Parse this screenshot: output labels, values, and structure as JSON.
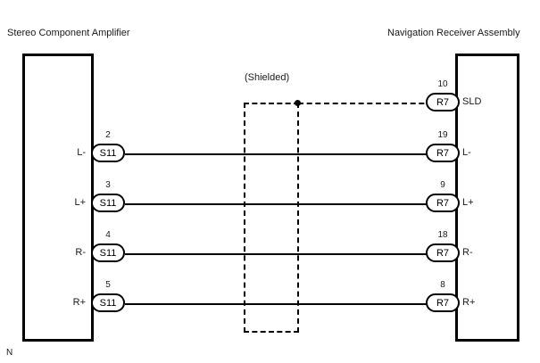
{
  "diagram": {
    "left_component_title": "Stereo Component Amplifier",
    "right_component_title": "Navigation Receiver Assembly",
    "shield_caption": "(Shielded)",
    "corner_mark": "N",
    "line_color": "#000000",
    "background_color": "#ffffff"
  },
  "connections": [
    {
      "signal": "SLD",
      "wire_style": "shield-drain",
      "left": {
        "pin": "",
        "connector": "",
        "label": ""
      },
      "right": {
        "pin": "10",
        "connector": "R7",
        "label": "SLD"
      }
    },
    {
      "signal": "L-",
      "wire_style": "solid",
      "left": {
        "pin": "2",
        "connector": "S11",
        "label": "L-"
      },
      "right": {
        "pin": "19",
        "connector": "R7",
        "label": "L-"
      }
    },
    {
      "signal": "L+",
      "wire_style": "solid",
      "left": {
        "pin": "3",
        "connector": "S11",
        "label": "L+"
      },
      "right": {
        "pin": "9",
        "connector": "R7",
        "label": "L+"
      }
    },
    {
      "signal": "R-",
      "wire_style": "solid",
      "left": {
        "pin": "4",
        "connector": "S11",
        "label": "R-"
      },
      "right": {
        "pin": "18",
        "connector": "R7",
        "label": "R-"
      }
    },
    {
      "signal": "R+",
      "wire_style": "solid",
      "left": {
        "pin": "5",
        "connector": "S11",
        "label": "R+"
      },
      "right": {
        "pin": "8",
        "connector": "R7",
        "label": "R+"
      }
    }
  ]
}
